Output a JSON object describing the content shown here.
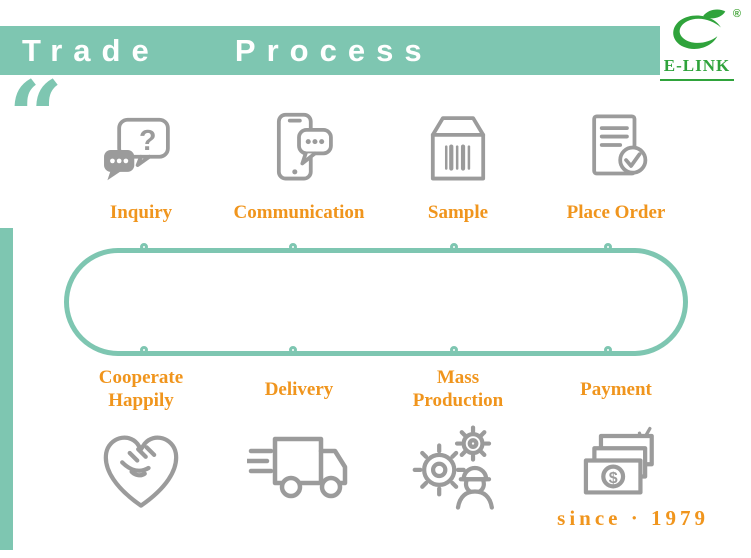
{
  "header": {
    "title": "Trade  Process",
    "bg_color": "#7EC6B1"
  },
  "logo": {
    "brand": "E-LINK",
    "registered": "®",
    "color": "#2FA33B"
  },
  "decor": {
    "open_quote": "“"
  },
  "steps_top": [
    {
      "label": "Inquiry",
      "icon": "chat-question-icon"
    },
    {
      "label": "Communication",
      "icon": "phone-chat-icon"
    },
    {
      "label": "Sample",
      "icon": "box-barcode-icon"
    },
    {
      "label": "Place Order",
      "icon": "document-check-icon"
    }
  ],
  "steps_bottom": [
    {
      "label": "Cooperate\nHappily",
      "icon": "handshake-heart-icon"
    },
    {
      "label": "Delivery",
      "icon": "truck-icon"
    },
    {
      "label": "Mass\nProduction",
      "icon": "gears-worker-icon"
    },
    {
      "label": "Payment",
      "icon": "money-icon"
    }
  ],
  "icons": {
    "question_glyph": "?",
    "dollar_glyph": "$"
  },
  "footer": {
    "since": "since · 1979"
  },
  "colors": {
    "teal": "#7EC6B1",
    "orange": "#F0951D",
    "icon_gray": "#9B9B9B",
    "logo_green": "#2FA33B"
  }
}
